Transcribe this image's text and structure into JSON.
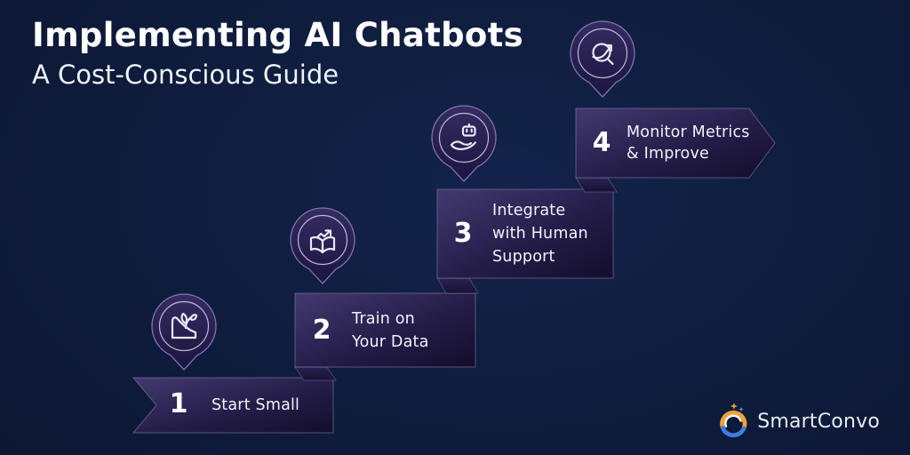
{
  "header": {
    "title": "Implementing AI Chatbots",
    "subtitle": "A Cost-Conscious Guide"
  },
  "steps": [
    {
      "number": "1",
      "label": "Start Small",
      "lines": [
        "Start Small"
      ],
      "icon": "seedling-growth-icon"
    },
    {
      "number": "2",
      "label": "Train on Your Data",
      "lines": [
        "Train on",
        "Your Data"
      ],
      "icon": "book-trend-icon"
    },
    {
      "number": "3",
      "label": "Integrate with Human Support",
      "lines": [
        "Integrate",
        "with Human",
        "Support"
      ],
      "icon": "hand-holding-robot-icon"
    },
    {
      "number": "4",
      "label": "Monitor Metrics & Improve",
      "lines": [
        "Monitor Metrics",
        "& Improve"
      ],
      "icon": "magnifier-trend-icon"
    }
  ],
  "brand": {
    "name": "SmartConvo",
    "icon": "smartconvo-swirl-icon"
  },
  "colors": {
    "background_navy": "#0D1937",
    "panel_purple_light": "#40366A",
    "panel_purple_dark": "#130F2D",
    "pin_purple": "#2E2656",
    "accent_orange": "#F0A339",
    "accent_blue": "#3E7DE0",
    "text_white": "#FFFFFF"
  }
}
